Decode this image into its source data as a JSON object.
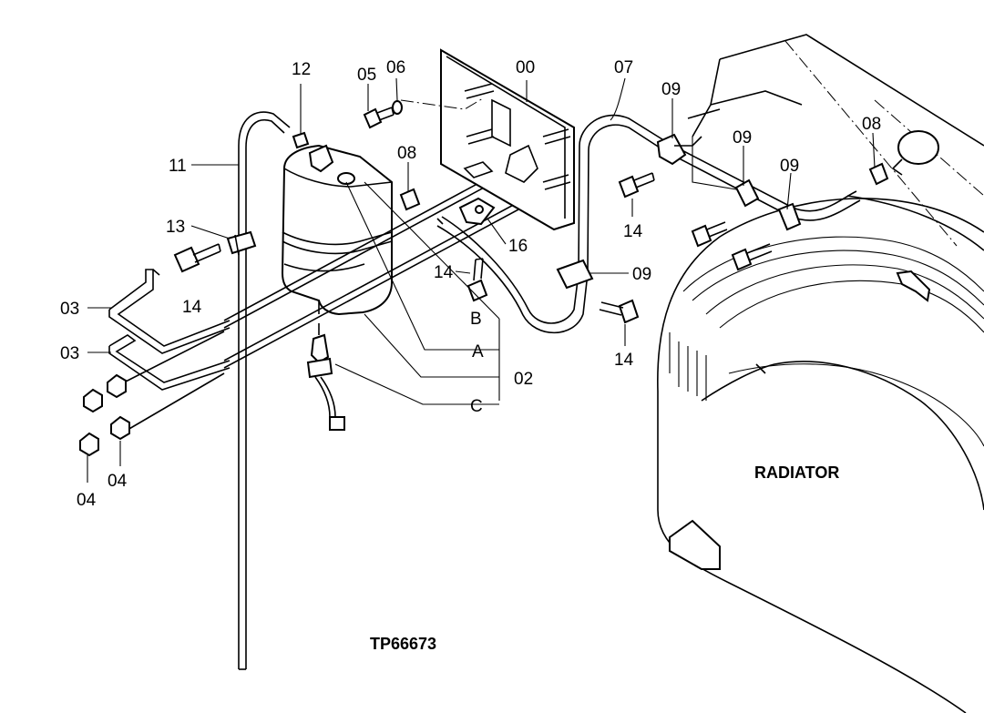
{
  "figure_id": "TP66673",
  "component_label": "RADIATOR",
  "callouts": {
    "c00": "00",
    "c02": "02",
    "c03a": "03",
    "c03b": "03",
    "c04a": "04",
    "c04b": "04",
    "c05": "05",
    "c06": "06",
    "c07": "07",
    "c08a": "08",
    "c08b": "08",
    "c09a": "09",
    "c09b": "09",
    "c09c": "09",
    "c09d": "09",
    "c11": "11",
    "c12": "12",
    "c13": "13",
    "c14a": "14",
    "c14b": "14",
    "c14c": "14",
    "c14d": "14",
    "c16": "16",
    "cA": "A",
    "cB": "B",
    "cC": "C"
  }
}
